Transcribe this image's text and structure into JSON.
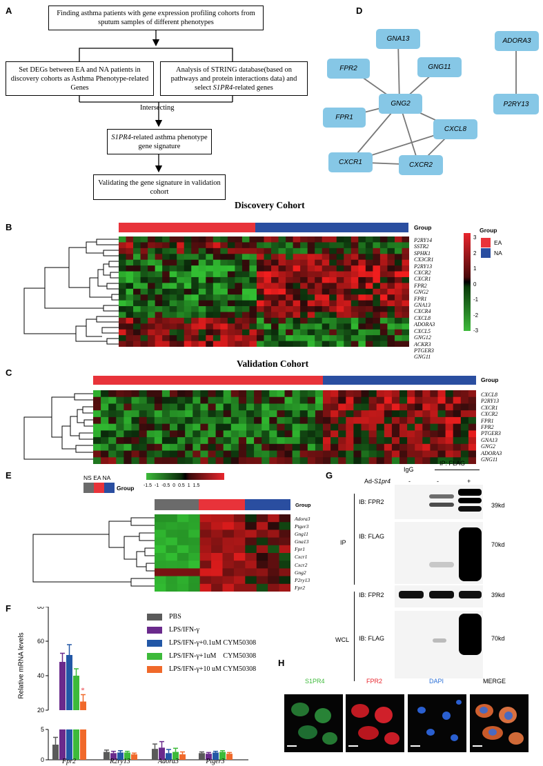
{
  "panels": {
    "A": "A",
    "B": "B",
    "C": "C",
    "D": "D",
    "E": "E",
    "F": "F",
    "G": "G",
    "H": "H"
  },
  "flowchart": {
    "box1": "Finding asthma patients with gene expression profiling cohorts from sputum samples of different phenotypes",
    "box2": "Set DEGs between EA  and NA patients in discovery cohorts as Asthma Phenotype-related Genes",
    "box3_pre": "Analysis of STRING database(based on pathways and protein interactions data) and select ",
    "box3_gene": "S1PR4",
    "box3_post": "-related genes",
    "intersect": "Intersecting",
    "box4_gene": "S1PR4",
    "box4_post": "-related asthma phenotype gene signature",
    "box5": "Validating the gene signature in validation cohort"
  },
  "network": {
    "nodes": [
      "GNA13",
      "ADORA3",
      "FPR2",
      "GNG11",
      "GNG2",
      "FPR1",
      "CXCL8",
      "P2RY13",
      "CXCR1",
      "CXCR2"
    ]
  },
  "discovery": {
    "title": "Discovery Cohort",
    "group_label": "Group",
    "genes": [
      "P2RY14",
      "SSTR2",
      "SPHK1",
      "CX3CR1",
      "P2RY13",
      "CXCR2",
      "CXCR1",
      "FPR2",
      "GNG2",
      "FPR1",
      "GNA13",
      "CXCR4",
      "CXCL8",
      "ADORA3",
      "CXCL5",
      "GNG12",
      "ACKR3",
      "PTGER3",
      "GNG11"
    ],
    "scale_ticks": [
      "3",
      "2",
      "1",
      "0",
      "-1",
      "-2",
      "-3"
    ],
    "legend_title": "Group",
    "legend_items": [
      "EA",
      "NA"
    ],
    "colors": {
      "EA": "#e8333a",
      "NA": "#2a4ea0",
      "high": "#e8252d",
      "low": "#3dba3a"
    }
  },
  "validation": {
    "title": "Validation Cohort",
    "group_label": "Group",
    "genes": [
      "CXCL8",
      "P2RY13",
      "CXCR1",
      "CXCR2",
      "FPR1",
      "FPR2",
      "PTGER3",
      "GNA13",
      "GNG2",
      "ADORA3",
      "GNG11"
    ]
  },
  "panel_e": {
    "group_key": [
      "NS",
      "EA",
      "NA"
    ],
    "group_label": "Group",
    "scale_ticks": [
      "-1.5",
      "-1",
      "-0.5",
      "0",
      "0.5",
      "1",
      "1.5"
    ],
    "genes": [
      "Adora3",
      "Ptger3",
      "Gng11",
      "Gna13",
      "Fpr1",
      "Cxcr1",
      "Cxcr2",
      "Gng2",
      "P2ry13",
      "Fpr2"
    ],
    "colors": {
      "NS": "#6b6b6b",
      "EA": "#e8333a",
      "NA": "#2a4ea0"
    }
  },
  "chart_data": {
    "type": "bar",
    "ylabel": "Relative mRNA levels",
    "categories": [
      "Fpr2",
      "R2ry13",
      "Adora3",
      "Ptger3"
    ],
    "yticks_upper": [
      "80",
      "60",
      "40",
      "20"
    ],
    "yticks_lower": [
      "5",
      "0"
    ],
    "significance": "*",
    "series": [
      {
        "name": "PBS",
        "color": "#5a5a5a",
        "values": [
          2.5,
          1.3,
          1.8,
          1.1
        ],
        "err": [
          1.2,
          0.3,
          0.8,
          0.2
        ]
      },
      {
        "name": "LPS/IFN-γ",
        "color": "#6a2a8c",
        "values": [
          48,
          1.1,
          2.0,
          1.0
        ],
        "err": [
          5,
          0.3,
          1.0,
          0.2
        ]
      },
      {
        "name": "LPS/IFN-γ+0.1uM CYM50308",
        "color": "#2257a6",
        "values": [
          52,
          1.2,
          1.1,
          1.2
        ],
        "err": [
          6,
          0.3,
          0.6,
          0.2
        ]
      },
      {
        "name": "LPS/IFN-γ+1uM    CYM50308",
        "color": "#3dba3a",
        "values": [
          40,
          1.2,
          1.3,
          1.3
        ],
        "err": [
          4,
          0.2,
          0.6,
          0.2
        ]
      },
      {
        "name": "LPS/IFN-γ+10 uM CYM50308",
        "color": "#f0692a",
        "values": [
          25,
          0.9,
          0.9,
          1.0
        ],
        "err": [
          4,
          0.2,
          0.4,
          0.2
        ]
      }
    ]
  },
  "blot": {
    "lane_labels": [
      "IgG",
      "IP: FLAG"
    ],
    "ad_label_pre": "Ad-",
    "ad_label_gene": "S1pr4",
    "signs": [
      "-",
      "-",
      "+"
    ],
    "ip": "IP",
    "wcl": "WCL",
    "rows": [
      {
        "label": "IB:  FPR2",
        "kd": "39kd"
      },
      {
        "label": "IB:  FLAG",
        "kd": "70kd"
      },
      {
        "label": "IB:  FPR2",
        "kd": "39kd"
      },
      {
        "label": "IB:  FLAG",
        "kd": "70kd"
      }
    ]
  },
  "micro": {
    "labels": [
      "S1PR4",
      "FPR2",
      "DAPI",
      "MERGE"
    ],
    "colors": [
      "#3dba3a",
      "#e8252d",
      "#2a6fd6",
      "#111111"
    ]
  }
}
